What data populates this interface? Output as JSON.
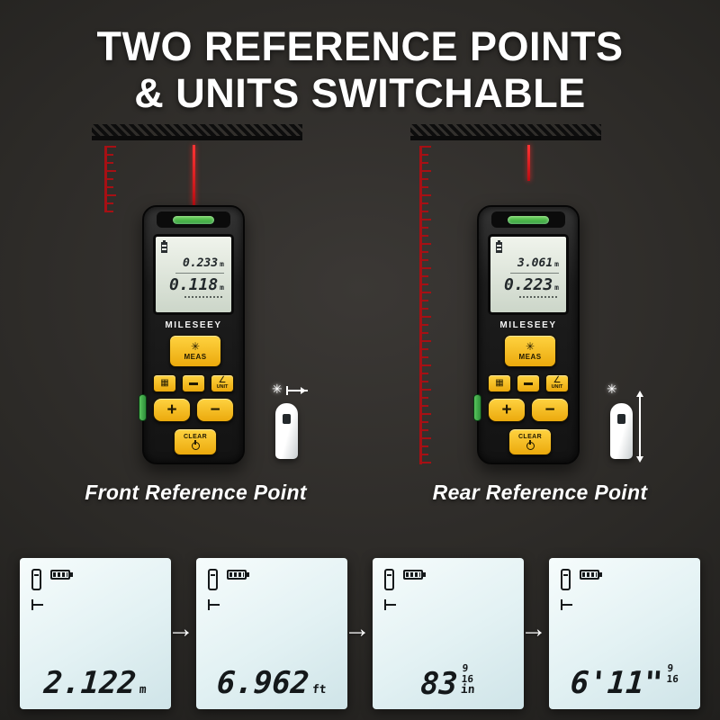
{
  "title": {
    "line1": "TWO REFERENCE POINTS",
    "line2": "& UNITS SWITCHABLE"
  },
  "colors": {
    "background": "#2c2a27",
    "laser_red": "#c01016",
    "button_yellow": "#f2b50d",
    "level_green": "#3fae46",
    "lcd_screen": "#e9efe7",
    "panel_screen": "#e8f4f6",
    "text_white": "#ffffff"
  },
  "icons": {
    "meas_star": "✳",
    "laser_burst": "✳",
    "arrow_right": "→",
    "area_button": "▦",
    "reference_button": "▬",
    "angle_button": "∠"
  },
  "devices": [
    {
      "brand": "MILESEEY",
      "caption": "Front Reference Point",
      "screen": {
        "top_value": "0.233",
        "top_unit": "m",
        "main_value": "0.118",
        "main_unit": "m"
      },
      "buttons": {
        "meas": "MEAS",
        "unit": "UNIT",
        "plus": "+",
        "minus": "−",
        "clear": "CLEAR"
      }
    },
    {
      "brand": "MILESEEY",
      "caption": "Rear Reference Point",
      "screen": {
        "top_value": "3.061",
        "top_unit": "m",
        "main_value": "0.223",
        "main_unit": "m"
      },
      "buttons": {
        "meas": "MEAS",
        "unit": "UNIT",
        "plus": "+",
        "minus": "−",
        "clear": "CLEAR"
      }
    }
  ],
  "unit_panels": [
    {
      "value": "2.122",
      "frac_num": "",
      "frac_den": "",
      "unit": "m"
    },
    {
      "value": "6.962",
      "frac_num": "",
      "frac_den": "",
      "unit": "ft"
    },
    {
      "value": "83",
      "frac_num": "9",
      "frac_den": "16",
      "unit": "in"
    },
    {
      "value": "6'11\"",
      "frac_num": "9",
      "frac_den": "16",
      "unit": ""
    }
  ]
}
